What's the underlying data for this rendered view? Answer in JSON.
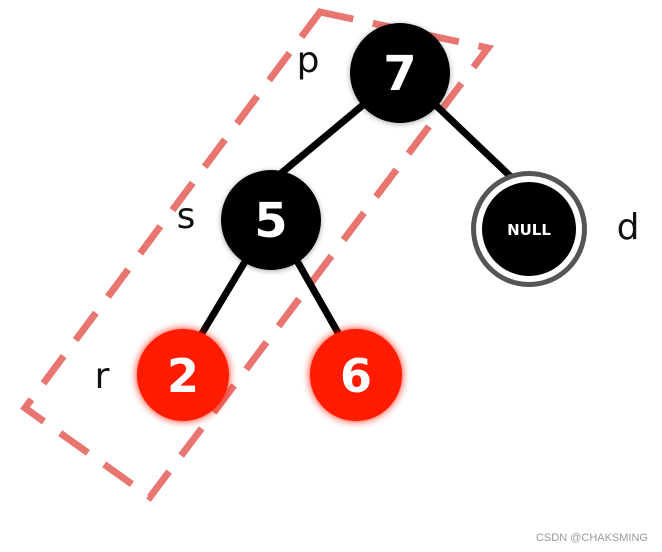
{
  "tree": {
    "nodes": {
      "n7": {
        "value": "7",
        "color": "black"
      },
      "n5": {
        "value": "5",
        "color": "black"
      },
      "null": {
        "value": "NULL",
        "color": "black"
      },
      "n2": {
        "value": "2",
        "color": "red"
      },
      "n6": {
        "value": "6",
        "color": "red"
      }
    },
    "labels": {
      "p": "p",
      "s": "s",
      "d": "d",
      "r": "r"
    }
  },
  "colors": {
    "black_node": "#000000",
    "red_node": "#ff1a00",
    "dashed_box": "#e8756f",
    "edge": "#000000"
  },
  "watermark": "CSDN @CHAKSMING"
}
